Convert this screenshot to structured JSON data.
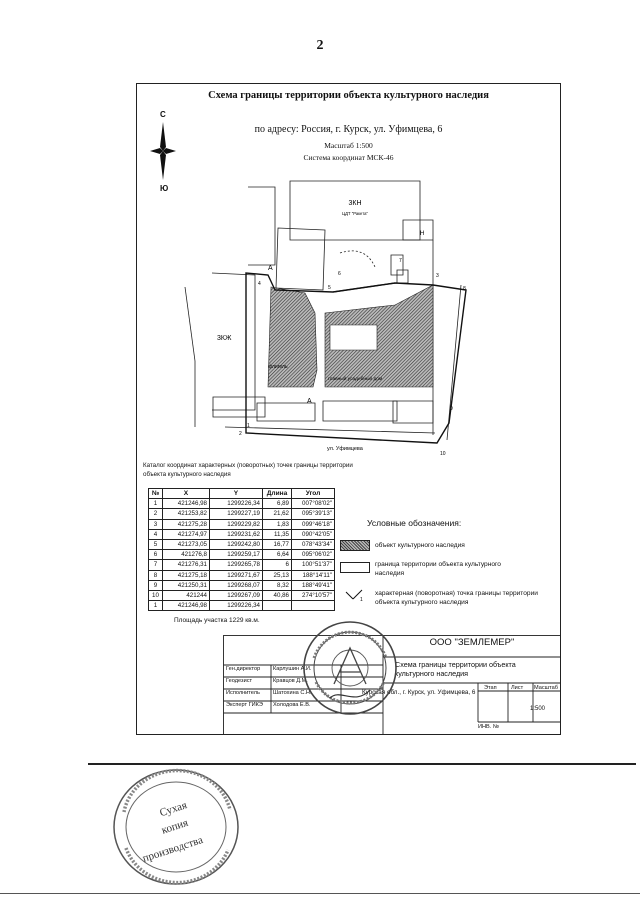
{
  "page_number": "2",
  "header": {
    "title": "Схема границы территории объекта культурного наследия",
    "address": "по адресу: Россия, г. Курск, ул. Уфимцева, 6",
    "scale": "Масштаб 1:500",
    "crs": "Система координат МСК-46"
  },
  "compass": {
    "north": "С",
    "south": "Ю"
  },
  "plan": {
    "label_3kzh_top": "3КН",
    "label_center": "ЦДТ \"Ракета\"",
    "label_n": "Н",
    "label_3kzh_left": "3КЖ",
    "label_a_top": "А",
    "label_a_bottom": "А",
    "label_flygel": "флигель",
    "label_main_house": "главный усадебный дом",
    "label_street": "ул. Уфимцева",
    "pt1": "1",
    "pt2": "2",
    "pt3": "3",
    "pt4": "4",
    "pt5": "5",
    "pt6": "6",
    "pt7": "7",
    "pt8": "8",
    "pt9": "9",
    "pt10": "10"
  },
  "catalog": {
    "title": "Каталог координат характерных (поворотных) точек границы территории объекта культурного наследия",
    "headers": [
      "№",
      "X",
      "Y",
      "Длина",
      "Угол"
    ],
    "rows": [
      {
        "n": "1",
        "x": "421246,98",
        "y": "1299226,34",
        "len": "6,89",
        "ang": "007°08'02\""
      },
      {
        "n": "2",
        "x": "421253,82",
        "y": "1299227,19",
        "len": "21,62",
        "ang": "095°39'13\""
      },
      {
        "n": "3",
        "x": "421275,28",
        "y": "1299229,82",
        "len": "1,83",
        "ang": "099°46'18\""
      },
      {
        "n": "4",
        "x": "421274,97",
        "y": "1299231,62",
        "len": "11,35",
        "ang": "090°42'05\""
      },
      {
        "n": "5",
        "x": "421273,05",
        "y": "1299242,80",
        "len": "16,77",
        "ang": "078°43'34\""
      },
      {
        "n": "6",
        "x": "421276,8",
        "y": "1299259,17",
        "len": "6,64",
        "ang": "095°06'02\""
      },
      {
        "n": "7",
        "x": "421276,31",
        "y": "1299265,78",
        "len": "6",
        "ang": "100°51'37\""
      },
      {
        "n": "8",
        "x": "421275,18",
        "y": "1299271,67",
        "len": "25,13",
        "ang": "188°14'11\""
      },
      {
        "n": "9",
        "x": "421250,31",
        "y": "1299268,07",
        "len": "8,32",
        "ang": "188°49'41\""
      },
      {
        "n": "10",
        "x": "421244",
        "y": "1299267,09",
        "len": "40,86",
        "ang": "274°10'57\""
      },
      {
        "n": "1",
        "x": "421246,98",
        "y": "1299226,34",
        "len": "",
        "ang": ""
      }
    ],
    "area": "Площадь участка 1229 кв.м."
  },
  "legend": {
    "title": "Условные обозначения:",
    "heritage": "объект культурного наследия",
    "boundary": "граница территории объекта культурного наследия",
    "point": "характерная (поворотная) точка границы территории объекта культурного наследия",
    "point_index": "1"
  },
  "stamp": {
    "company": "ООО \"ЗЕМЛЕМЕР\"",
    "doc_title": "Схема границы территории объекта культурного наследия",
    "site": "Курская обл., г. Курск, ул. Уфимцева, 6",
    "col_stage": "Этап",
    "col_sheet": "Лист",
    "col_scale": "Масштаб",
    "scale_value": "1:500",
    "inv": "ИНВ. №",
    "people": [
      {
        "role": "Ген.директор",
        "name": "Карлушин А.И."
      },
      {
        "role": "Геодезист",
        "name": "Кравцов Д.М."
      },
      {
        "role": "Исполнитель",
        "name": "Шатохина С.Н."
      },
      {
        "role": "Эксперт ГИКЭ",
        "name": "Холодова Е.В."
      }
    ]
  },
  "copy_stamp": {
    "line1": "Сухая",
    "line2": "копия",
    "line3": "производства"
  }
}
